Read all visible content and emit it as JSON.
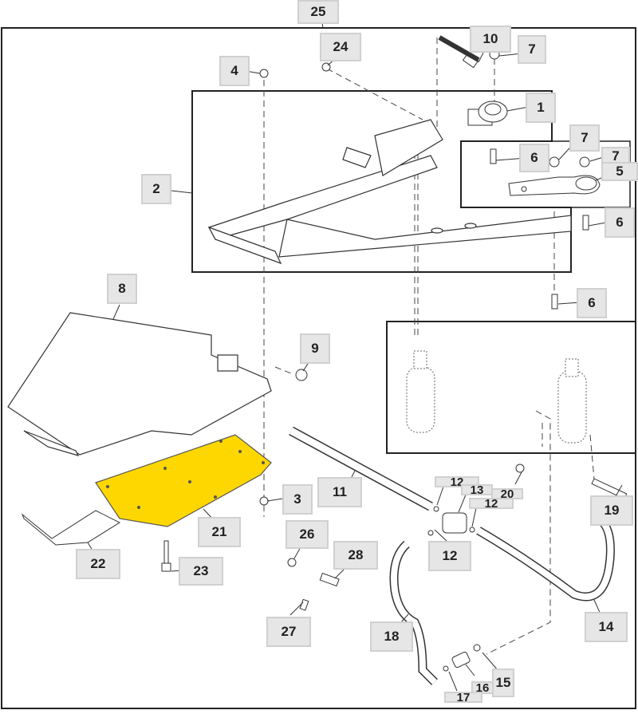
{
  "diagram": {
    "title": "Exploded parts diagram - frame, shields and hydraulic lines",
    "highlight_color": "#ffd700",
    "callouts": {
      "c25": "25",
      "c24": "24",
      "c10": "10",
      "c7a": "7",
      "c4": "4",
      "c1": "1",
      "c2": "2",
      "c6a": "6",
      "c7b": "7",
      "c7c": "7",
      "c5": "5",
      "c6b": "6",
      "c6c": "6",
      "c8": "8",
      "c9": "9",
      "c3": "3",
      "c11": "11",
      "c12a": "12",
      "c13": "13",
      "c20": "20",
      "c12b": "12",
      "c12c": "12",
      "c19": "19",
      "c21": "21",
      "c22": "22",
      "c23": "23",
      "c26": "26",
      "c28": "28",
      "c27": "27",
      "c18": "18",
      "c14": "14",
      "c15": "15",
      "c16": "16",
      "c17": "17"
    }
  }
}
